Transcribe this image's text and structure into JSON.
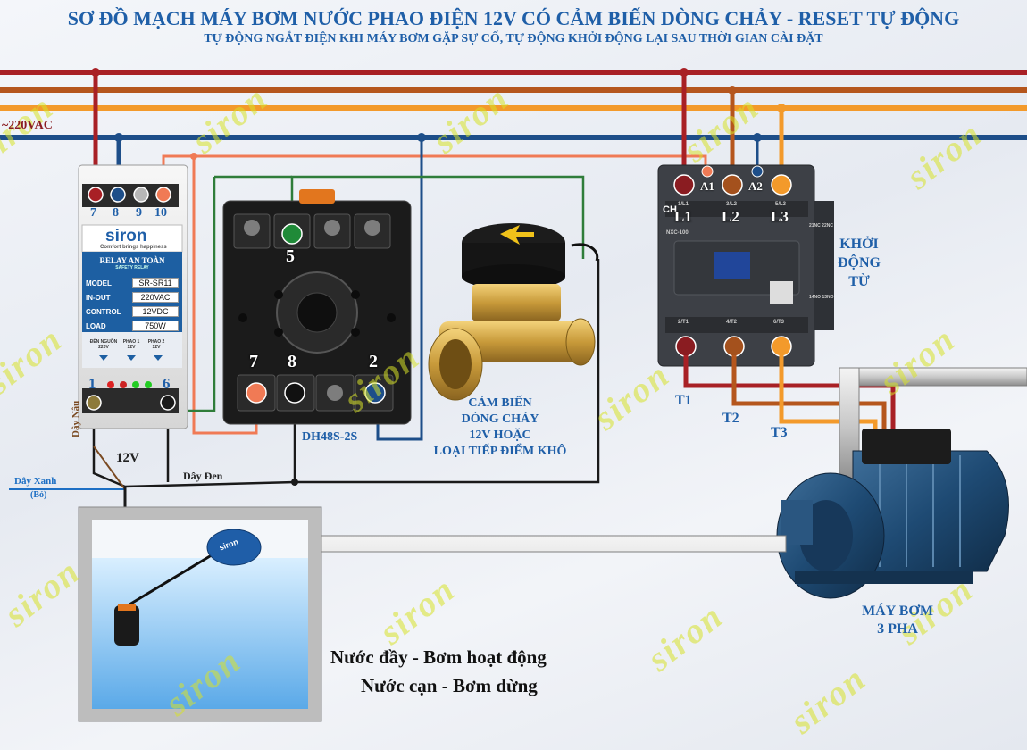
{
  "header": {
    "title": "SƠ ĐỒ MẠCH MÁY BƠM NƯỚC PHAO ĐIỆN 12V CÓ CẢM BIẾN DÒNG CHẢY - RESET TỰ ĐỘNG",
    "subtitle": "TỰ ĐỘNG NGẮT ĐIỆN KHI MÁY BƠM GẶP SỰ CỐ, TỰ ĐỘNG KHỞI ĐỘNG LẠI SAU THỜI GIAN CÀI ĐẶT"
  },
  "watermark": "siron",
  "supply": {
    "label": "~220VAC"
  },
  "colors": {
    "phase1": "#a82025",
    "phase2": "#b5561d",
    "phase3": "#f39a2b",
    "neutral": "#1d4e89",
    "signal_orange": "#f07a55",
    "signal_green": "#2f7d3a",
    "signal_black": "#1a1a1a"
  },
  "relay": {
    "brand": "siron",
    "tagline": "Comfort brings happiness",
    "name": "RELAY AN TOÀN",
    "name_sub": "SAFETY RELAY",
    "top_terminals": [
      "7",
      "8",
      "9",
      "10"
    ],
    "specs": [
      {
        "key": "MODEL",
        "value": "SR-SR11"
      },
      {
        "key": "IN-OUT",
        "value": "220VAC"
      },
      {
        "key": "CONTROL",
        "value": "12VDC"
      },
      {
        "key": "LOAD",
        "value": "750W"
      }
    ],
    "indicators": [
      "ĐÈN NGUỒN 220V",
      "PHAO 1 12V",
      "PHAO 2 12V"
    ],
    "bottom_left": "1",
    "bottom_right": "6"
  },
  "timer": {
    "model": "DH48S-2S",
    "top_pin": "5",
    "bottom_pins": [
      "7",
      "8",
      "2"
    ]
  },
  "sensor": {
    "lines": [
      "CẢM BIẾN",
      "DÒNG CHẢY",
      "12V HOẶC",
      "LOẠI TIẾP ĐIỂM KHÔ"
    ]
  },
  "contactor": {
    "brand": "CH",
    "model": "NXC-100",
    "coil_a1": "A1",
    "coil_a2": "A2",
    "inputs": [
      "L1",
      "L2",
      "L3"
    ],
    "input_codes": [
      "1/L1",
      "3/L2",
      "5/L3"
    ],
    "output_codes": [
      "2/T1",
      "4/T2",
      "6/T3"
    ],
    "aux_top": "21NC 22NC",
    "aux_bottom": "14NO 13NO",
    "outputs": [
      "T1",
      "T2",
      "T3"
    ],
    "label_lines": [
      "KHỞI",
      "ĐỘNG",
      "TỪ"
    ]
  },
  "pump": {
    "lines": [
      "MÁY BƠM",
      "3 PHA"
    ]
  },
  "wires": {
    "brown": "Dây Nâu",
    "black": "Dây Đen",
    "blue": "Dây Xanh",
    "blue_sub": "(Bỏ)",
    "voltage": "12V"
  },
  "float": {
    "brand": "siron"
  },
  "notes": [
    "Nước đầy - Bơm hoạt động",
    "Nước cạn - Bơm dừng"
  ]
}
